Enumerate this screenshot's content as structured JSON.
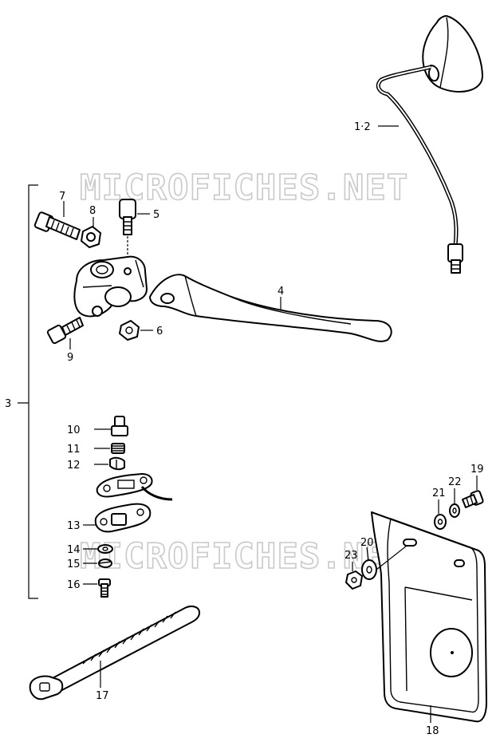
{
  "watermarks": [
    "MICROFICHES.NET",
    "MICROFICHES.NET"
  ],
  "labels": {
    "mirror": "1·2",
    "lever_assembly": "3",
    "lever": "4",
    "bolt5": "5",
    "nut6": "6",
    "bolt7": "7",
    "nut8": "8",
    "bolt9": "9",
    "adjuster10": "10",
    "spring11": "11",
    "clip12": "12",
    "switch13": "13",
    "washer14": "14",
    "washer15": "15",
    "screw16": "16",
    "band17": "17",
    "plate18": "18",
    "screw19": "19",
    "washer20": "20",
    "washer21": "21",
    "washer22": "22",
    "nut23": "23"
  }
}
